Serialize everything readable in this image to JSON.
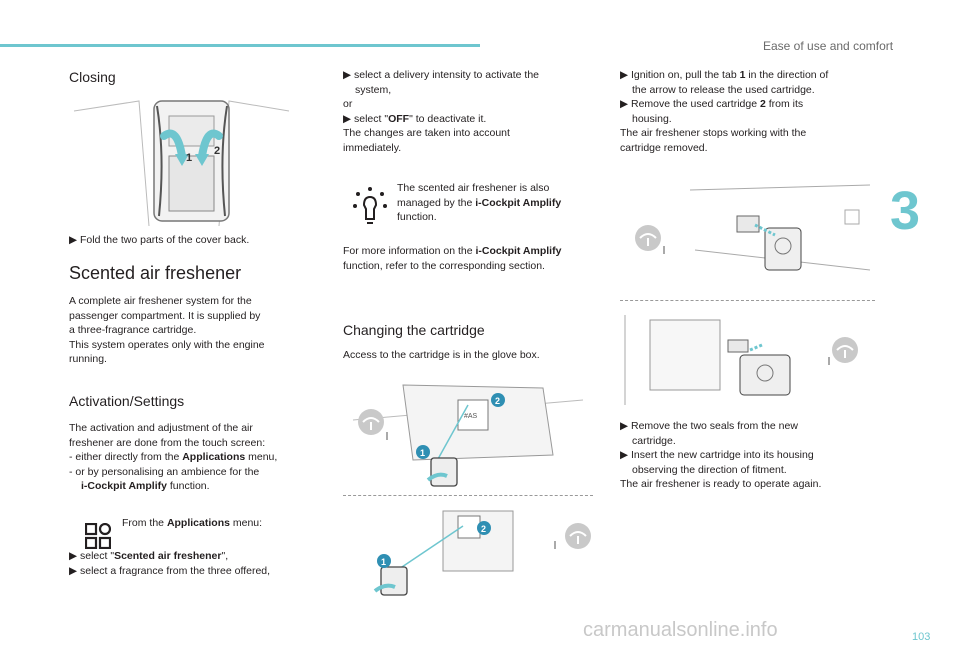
{
  "header": {
    "section_title": "Ease of use and comfort",
    "chapter_number": "3"
  },
  "footer": {
    "page_number": "103",
    "watermark": "carmanualsonline.info"
  },
  "closing": {
    "heading": "Closing",
    "step": "  Fold the two parts of the cover back.",
    "figure_labels": [
      "1",
      "2"
    ]
  },
  "scented": {
    "heading": "Scented air freshener",
    "intro": [
      "A complete air freshener system for the",
      "passenger compartment. It is supplied by",
      "a three-fragrance cartridge.",
      "This system operates only with the engine",
      "running."
    ]
  },
  "activation": {
    "heading": "Activation/Settings",
    "lines": [
      "The activation and adjustment of the air",
      "freshener are done from the touch screen:"
    ],
    "bullet1_a": "-   either directly from the ",
    "bullet1_b": "Applications",
    "bullet1_c": " menu,",
    "bullet2": "-   or by personalising an ambience for the",
    "bullet2_b": "i-Cockpit Amplify",
    "bullet2_c": " function.",
    "apps_a": "From the ",
    "apps_b": "Applications",
    "apps_c": " menu:",
    "select1_a": "  select \"",
    "select1_b": "Scented air freshener",
    "select1_c": "\",",
    "select2": "  select a fragrance from the three offered,"
  },
  "middle": {
    "intensity_1": "  select a delivery intensity to activate the",
    "intensity_2": "system,",
    "or": "or",
    "off_a": "  select \"",
    "off_b": "OFF",
    "off_c": "\" to deactivate it.",
    "changes_1": "The changes are taken into account",
    "changes_2": "immediately.",
    "note_1": "The scented air freshener is also",
    "note_2a": "managed by the ",
    "note_2b": "i-Cockpit Amplify",
    "note_3": "function.",
    "more_a": "For more information on the ",
    "more_b": "i-Cockpit Amplify",
    "more_2": "function, refer to the corresponding section."
  },
  "changing": {
    "heading": "Changing the cartridge",
    "access": "Access to the cartridge is in the glove box.",
    "callouts": [
      "1",
      "2"
    ]
  },
  "right": {
    "ign_1a": "  Ignition on, pull the tab ",
    "ign_1b": "1",
    "ign_1c": " in the direction of",
    "ign_2": "the arrow to release the used cartridge.",
    "rem_1a": "  Remove the used cartridge ",
    "rem_1b": "2",
    "rem_1c": " from its",
    "rem_2": "housing.",
    "stop_1": "The air freshener stops working with the",
    "stop_2": "cartridge removed.",
    "seals_1": "  Remove the two seals from the new",
    "seals_2": "cartridge.",
    "ins_1": "  Insert the new cartridge into its housing",
    "ins_2": "observing the direction of fitment.",
    "ready": "The air freshener is ready to operate again."
  },
  "colors": {
    "accent": "#6ec6cf",
    "callout": "#2f8fb3",
    "text": "#231f20"
  }
}
